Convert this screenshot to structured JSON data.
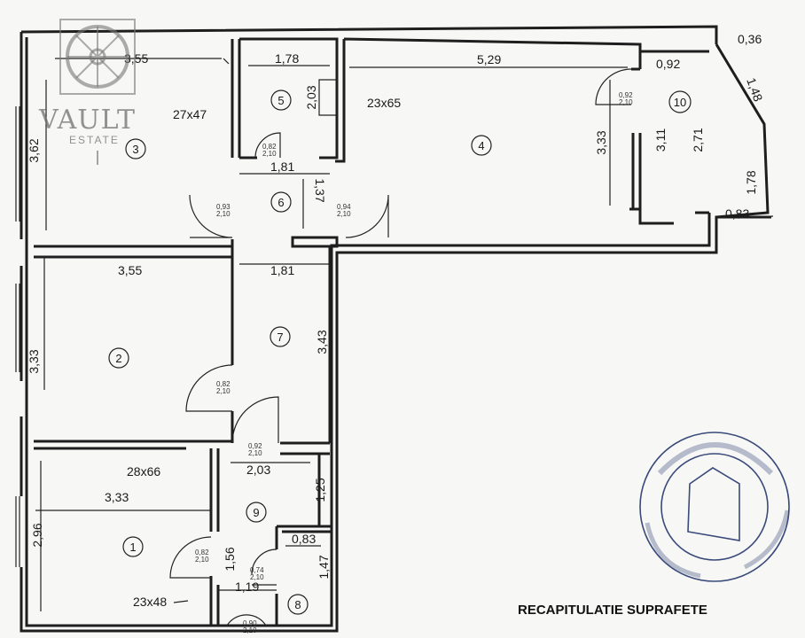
{
  "watermark": {
    "brand": "VAULT",
    "sub": "ESTATE"
  },
  "footer": {
    "title": "RECAPITULATIE SUPRAFETE"
  },
  "room_numbers": [
    "1",
    "2",
    "3",
    "4",
    "5",
    "6",
    "7",
    "8",
    "9",
    "10"
  ],
  "dimensions": [
    "3,55",
    "3,62",
    "27x47",
    "1,78",
    "2,03",
    "23x65",
    "5,29",
    "0,92",
    "0,36",
    "1,48",
    "3,11",
    "2,71",
    "1,78",
    "0,83",
    "3,33",
    "1,81",
    "1,37",
    "3,55",
    "1,81",
    "3,33",
    "3,43",
    "2,03",
    "1,25",
    "28x66",
    "3,33",
    "2,96",
    "0,83",
    "1,47",
    "1,56",
    "1,19",
    "23x48"
  ],
  "door_sizes": [
    "0,92\n2,10",
    "0,82\n2,10",
    "0,93\n2,10",
    "0,94\n2,10",
    "0,82\n2,10",
    "0,92\n2,10",
    "0,82\n2,10",
    "0,74\n2,10",
    "0,90\n2,10"
  ]
}
